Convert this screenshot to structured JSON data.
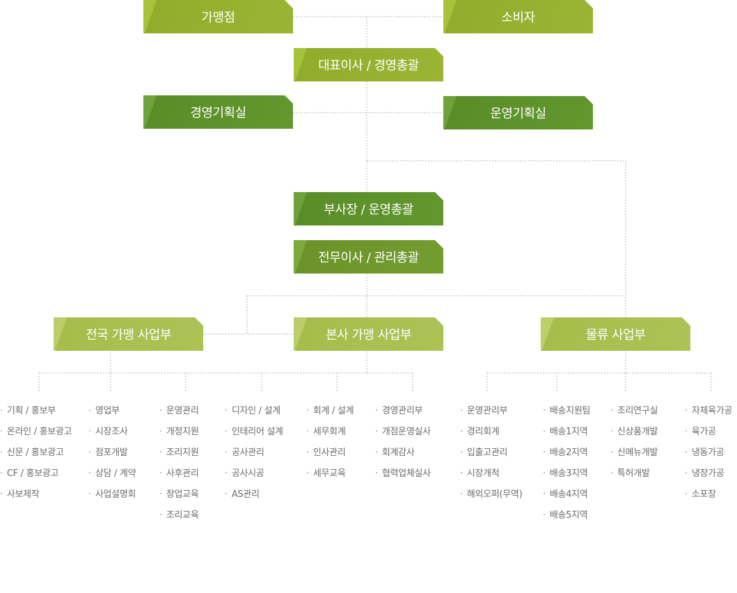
{
  "boxes": {
    "franchise": "가맹점",
    "consumer": "소비자",
    "ceo": "대표이사 / 경영총괄",
    "mgmt_planning": "경영기획실",
    "ops_planning": "운영기획실",
    "vp": "부사장 / 운영총괄",
    "director": "전무이사 / 관리총괄",
    "national": "전국 가맹 사업부",
    "hq": "본사 가맹 사업부",
    "logistics": "물류 사업부"
  },
  "columns": [
    [
      "기획 / 홍보부",
      "온라인 / 홍보광고",
      "신문 / 홍보광고",
      "CF / 홍보광고",
      "사보제작"
    ],
    [
      "영업부",
      "시장조사",
      "점포개발",
      "상담 / 계약",
      "사업설명회"
    ],
    [
      "운영관리",
      "개정지원",
      "조리지원",
      "사후관리",
      "창업교육",
      "조리교육"
    ],
    [
      "디자인 / 설계",
      "인테리어 설계",
      "공사관리",
      "공사시공",
      "AS관리"
    ],
    [
      "회계 / 설계",
      "세무회계",
      "인사관리",
      "세무교육"
    ],
    [
      "경영관리부",
      "개점운영실사",
      "회계감사",
      "협력업체실사"
    ],
    [
      "운영관리부",
      "경리회계",
      "입출고관리",
      "시장개척",
      "해외오퍼(무역)"
    ],
    [
      "배송지원팀",
      "배송1지역",
      "배송2지역",
      "배송3지역",
      "배송4지역",
      "배송5지역"
    ],
    [
      "조리연구실",
      "신상품개발",
      "신메뉴개발",
      "특허개발"
    ],
    [
      "자체육가공",
      "육가공",
      "냉동가공",
      "냉장가공",
      "소포장"
    ]
  ],
  "colors": {
    "lime": "#a8c23c",
    "green": "#62982e",
    "olive": "#739d30",
    "light": "#adc255",
    "line": "#b0b0b0",
    "text": "#6b6b6b"
  }
}
